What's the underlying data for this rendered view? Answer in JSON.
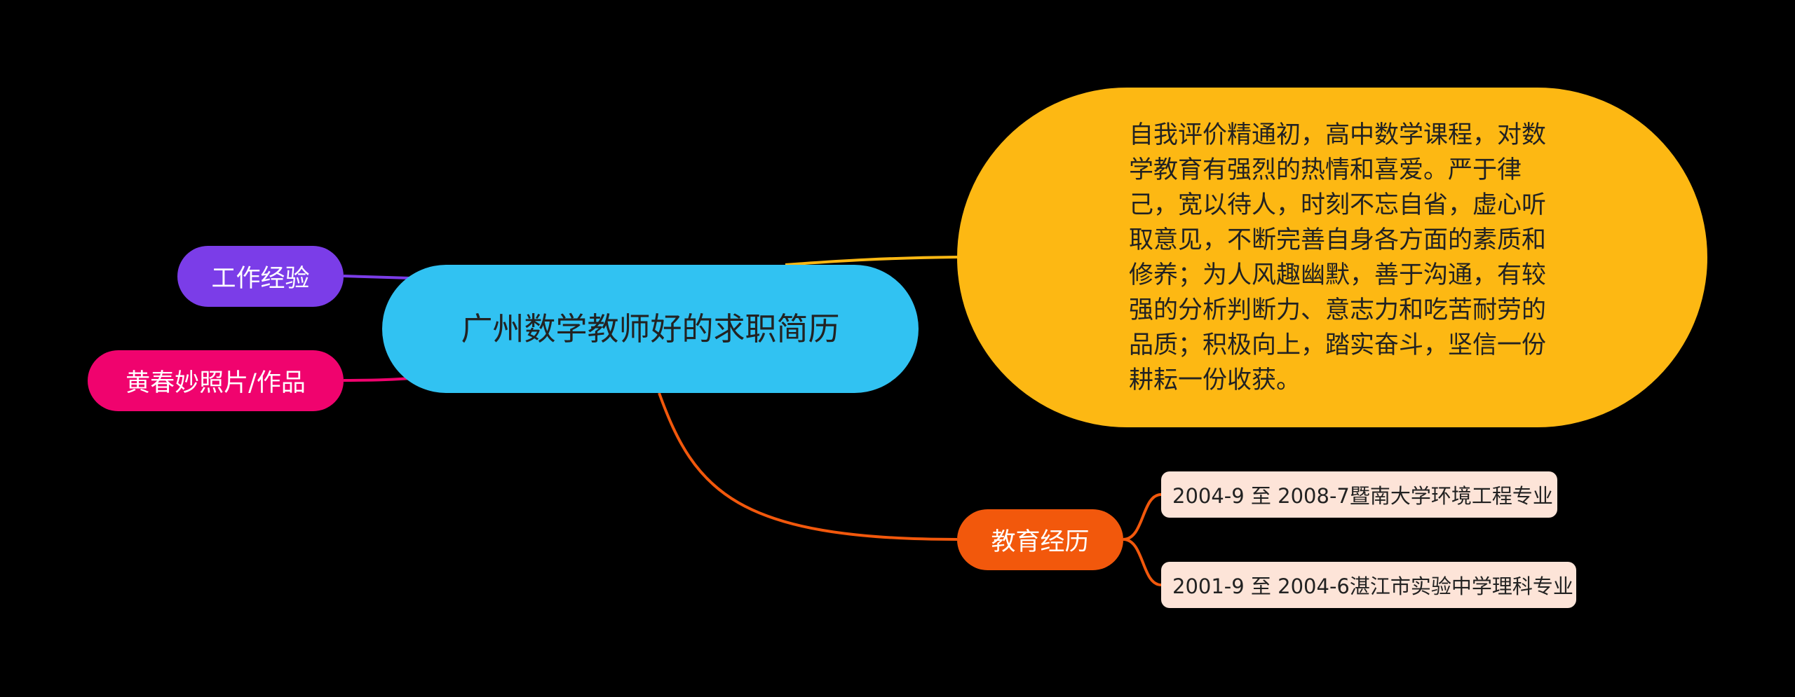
{
  "root": {
    "label": "广州数学教师好的求职简历"
  },
  "self_evaluation": {
    "text": "自我评价精通初，高中数学课程，对数学教育有强烈的热情和喜爱。严于律己，宽以待人，时刻不忘自省，虚心听取意见，不断完善自身各方面的素质和修养；为人风趣幽默，善于沟通，有较强的分析判断力、意志力和吃苦耐劳的品质；积极向上，踏实奋斗，坚信一份耕耘一份收获。"
  },
  "work_experience": {
    "label": "工作经验"
  },
  "photos": {
    "label": "黄春妙照片/作品"
  },
  "education": {
    "label": "教育经历",
    "items": [
      {
        "text": "2004-9 至 2008-7暨南大学环境工程专业"
      },
      {
        "text": "2001-9 至 2004-6湛江市实验中学理科专业"
      }
    ]
  },
  "colors": {
    "background": "#000000",
    "root": "#31c2f2",
    "self_evaluation": "#fdb813",
    "work_experience": "#7b3de8",
    "photos": "#f0036e",
    "education": "#f2580c",
    "education_item": "#fde4d8"
  }
}
